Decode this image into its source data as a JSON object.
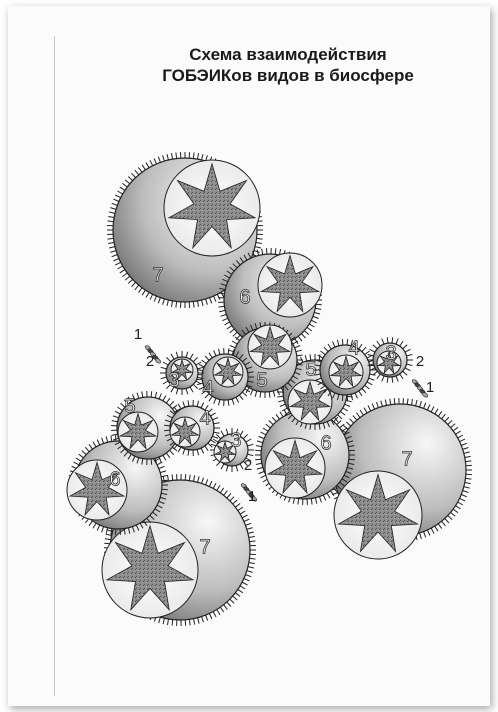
{
  "title": {
    "line1": "Схема взаимодействия",
    "line2": "ГОБЭИКов видов в биосфере"
  },
  "colors": {
    "gear_light": "#efefef",
    "gear_dark": "#6e6e6e",
    "star_fill": "#8a8a8a",
    "outline": "#222222"
  },
  "nodes": [
    {
      "id": "g7a",
      "label": "7"
    },
    {
      "id": "g6a",
      "label": "6"
    },
    {
      "id": "g5a",
      "label": "5"
    },
    {
      "id": "g5b",
      "label": "5"
    },
    {
      "id": "g4a",
      "label": "4"
    },
    {
      "id": "g4b",
      "label": "4"
    },
    {
      "id": "g3a",
      "label": "3"
    },
    {
      "id": "g3b",
      "label": "3"
    },
    {
      "id": "g7b",
      "label": "7"
    },
    {
      "id": "g6b",
      "label": "6"
    },
    {
      "id": "g5c",
      "label": "5"
    },
    {
      "id": "g4c",
      "label": "4"
    },
    {
      "id": "g3c",
      "label": "3"
    },
    {
      "id": "g6c",
      "label": "6"
    },
    {
      "id": "g7c",
      "label": "7"
    },
    {
      "id": "s2a",
      "label": "2"
    },
    {
      "id": "s1a",
      "label": "1"
    },
    {
      "id": "s2b",
      "label": "2"
    },
    {
      "id": "s1b",
      "label": "1"
    },
    {
      "id": "s2c",
      "label": "2"
    },
    {
      "id": "s1c",
      "label": "1"
    }
  ]
}
